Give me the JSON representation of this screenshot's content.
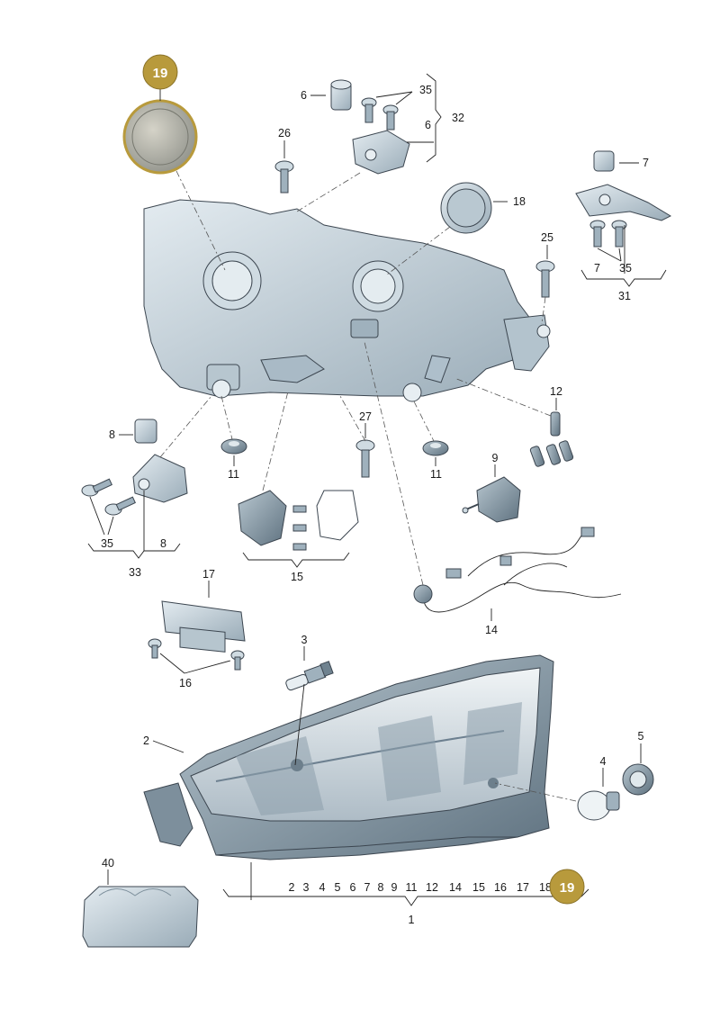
{
  "diagram": {
    "highlight_color": "#b89a3c",
    "part_fill": "#c9d6de",
    "part_shade": "#8fa1ad",
    "highlight_badge": "19",
    "callouts": {
      "c40": "40",
      "c2": "2",
      "c3": "3",
      "c4": "4",
      "c5": "5",
      "c6a": "6",
      "c6b": "6",
      "c35a": "35",
      "c32": "32",
      "c26": "26",
      "c18": "18",
      "c7a": "7",
      "c7b": "7",
      "c25": "25",
      "c35b": "35",
      "c31": "31",
      "c12": "12",
      "c8a": "8",
      "c8b": "8",
      "c11a": "11",
      "c11b": "11",
      "c27": "27",
      "c9": "9",
      "c35c": "35",
      "c33": "33",
      "c15": "15",
      "c14": "14",
      "c17": "17",
      "c16": "16",
      "c1": "1"
    },
    "assembly_row": [
      "2",
      "3",
      "4",
      "5",
      "6",
      "7",
      "8",
      "9",
      "11",
      "12",
      "14",
      "15",
      "16",
      "17",
      "18"
    ]
  }
}
